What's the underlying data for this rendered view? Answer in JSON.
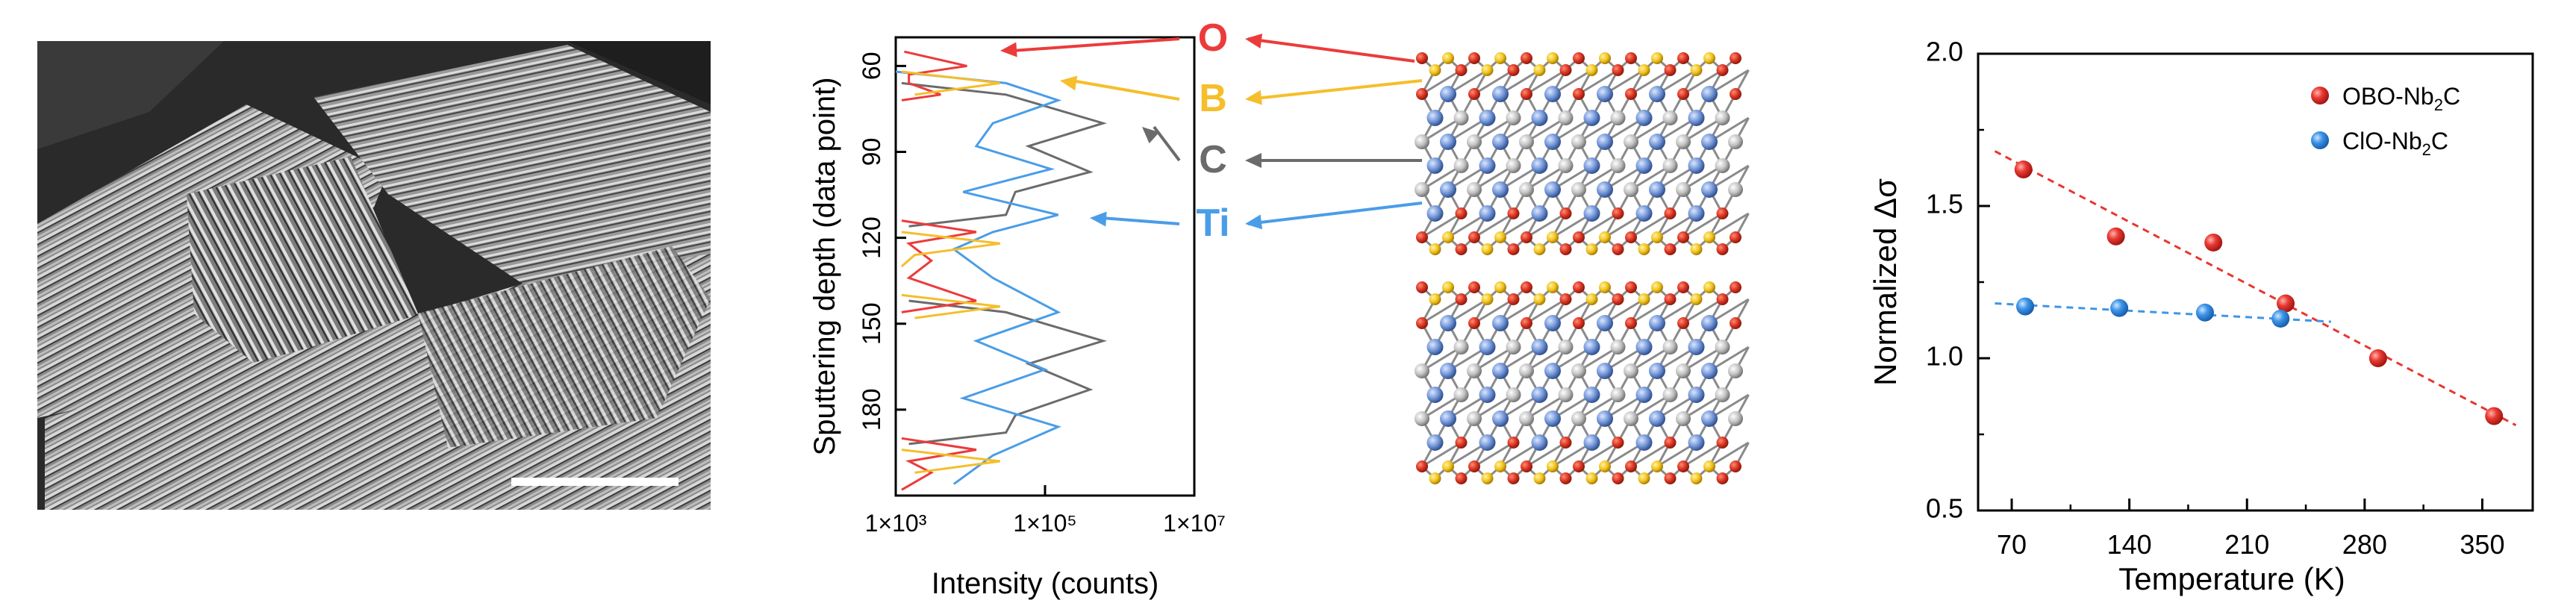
{
  "panel_sem": {
    "scale_bar_label": ""
  },
  "panel_sims": {
    "ylabel": "Sputtering depth (data point)",
    "xlabel": "Intensity (counts)",
    "x_scale": "log",
    "xlim": [
      1000,
      10000000
    ],
    "ylim": [
      50,
      210
    ],
    "y_reversed": true,
    "yticks": [
      "60",
      "90",
      "120",
      "150",
      "180"
    ],
    "xticks": [
      "1×10³",
      "1×10⁵",
      "1×10⁷"
    ],
    "x_tick_values": [
      1000,
      100000,
      10000000
    ],
    "y_tick_values": [
      60,
      90,
      120,
      150,
      180
    ],
    "elements": [
      {
        "label": "O",
        "color": "#ec3b3b"
      },
      {
        "label": "B",
        "color": "#f5be2b"
      },
      {
        "label": "C",
        "color": "#6b6b6b"
      },
      {
        "label": "Ti",
        "color": "#4a9de8"
      }
    ],
    "layer_boundaries_approx": [
      64,
      116,
      142,
      192
    ]
  },
  "panel_structure": {
    "atom_colors": {
      "O": "#d8321f",
      "B": "#f2c21a",
      "C": "#bdbdbd",
      "Nb": "#6f93d6"
    }
  },
  "chart_data": {
    "type": "scatter",
    "title": "",
    "xlabel": "Temperature (K)",
    "ylabel": "Normalized Δσ",
    "xlim": [
      50,
      380
    ],
    "ylim": [
      0.5,
      2.0
    ],
    "xticks": [
      "70",
      "140",
      "210",
      "280",
      "350"
    ],
    "yticks": [
      "0.5",
      "1.0",
      "1.5",
      "2.0"
    ],
    "x_tick_values": [
      70,
      140,
      210,
      280,
      350
    ],
    "y_tick_values": [
      0.5,
      1.0,
      1.5,
      2.0
    ],
    "grid": false,
    "legend_position": "top-right",
    "series": [
      {
        "name": "OBO-Nb2C",
        "legend_main": "OBO-Nb",
        "legend_sub": "2",
        "legend_tail": "C",
        "color": "#e8362f",
        "x": [
          77,
          132,
          190,
          233,
          288,
          357
        ],
        "y": [
          1.62,
          1.4,
          1.38,
          1.18,
          1.0,
          0.81
        ],
        "fit": {
          "x0": 60,
          "y0": 1.68,
          "x1": 370,
          "y1": 0.78
        }
      },
      {
        "name": "ClO-Nb2C",
        "legend_main": "ClO-Nb",
        "legend_sub": "2",
        "legend_tail": "C",
        "color": "#3e95e8",
        "x": [
          78,
          134,
          185,
          230
        ],
        "y": [
          1.17,
          1.165,
          1.15,
          1.13
        ],
        "fit": {
          "x0": 60,
          "y0": 1.18,
          "x1": 260,
          "y1": 1.12
        }
      }
    ]
  }
}
